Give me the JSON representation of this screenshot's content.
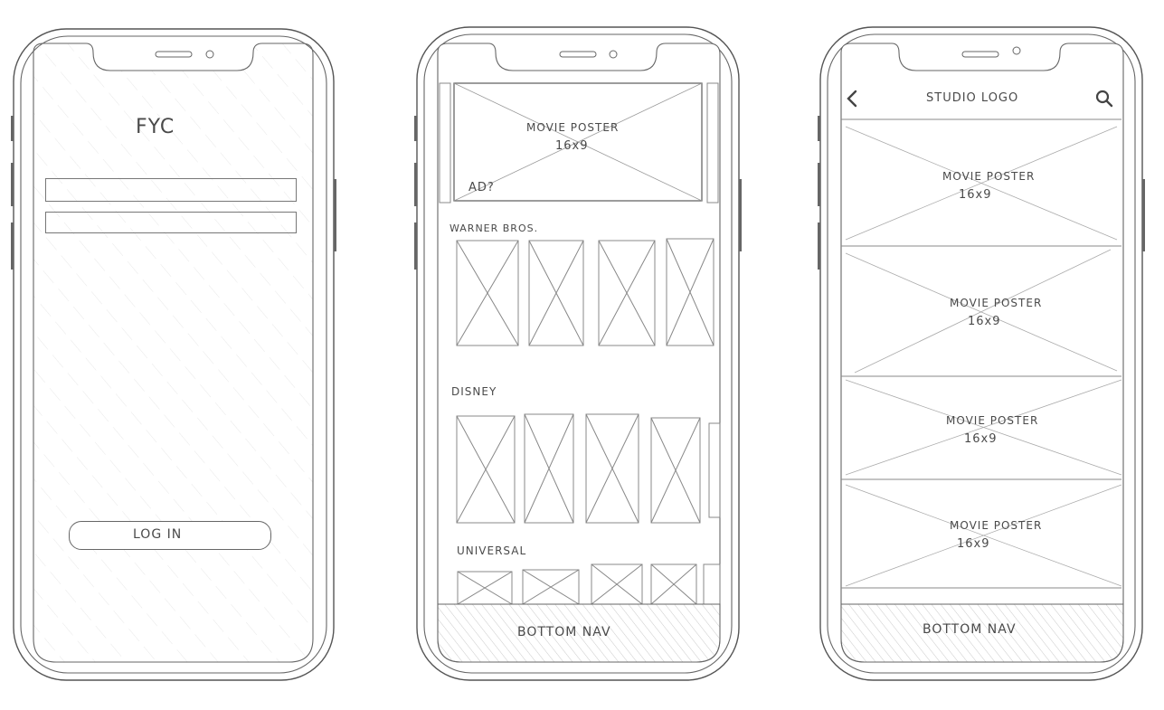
{
  "login_screen": {
    "app_title": "FYC",
    "login_button": "LOG IN"
  },
  "home_screen": {
    "hero": {
      "poster_label": "MOVIE POSTER",
      "ratio_label": "16x9",
      "ad_label": "AD?"
    },
    "sections": [
      {
        "label": "WARNER BROS."
      },
      {
        "label": "DISNEY"
      },
      {
        "label": "UNIVERSAL"
      }
    ],
    "bottom_nav": "BOTTOM NAV"
  },
  "studio_screen": {
    "header_title": "STUDIO LOGO",
    "back_icon": "chevron-left-icon",
    "search_icon": "search-icon",
    "posters": [
      {
        "label": "MOVIE POSTER",
        "ratio": "16x9"
      },
      {
        "label": "MOVIE POSTER",
        "ratio": "16x9"
      },
      {
        "label": "MOVIE POSTER",
        "ratio": "16x9"
      },
      {
        "label": "MOVIE POSTER",
        "ratio": "16x9"
      }
    ],
    "bottom_nav": "BOTTOM NAV"
  }
}
